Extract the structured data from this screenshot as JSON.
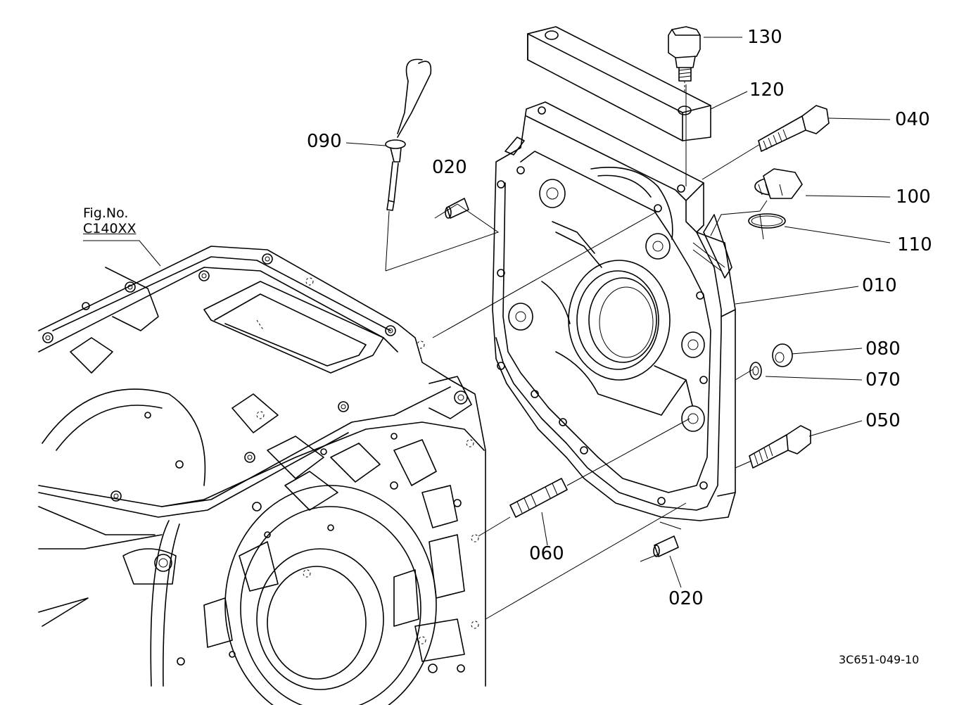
{
  "figure_reference": {
    "caption": "Fig.No.",
    "code": "C140XX"
  },
  "drawing_number": "3C651-049-10",
  "callouts": [
    {
      "id": "130",
      "label": "130"
    },
    {
      "id": "120",
      "label": "120"
    },
    {
      "id": "040",
      "label": "040"
    },
    {
      "id": "090",
      "label": "090"
    },
    {
      "id": "020a",
      "label": "020"
    },
    {
      "id": "100",
      "label": "100"
    },
    {
      "id": "110",
      "label": "110"
    },
    {
      "id": "010",
      "label": "010"
    },
    {
      "id": "080",
      "label": "080"
    },
    {
      "id": "070",
      "label": "070"
    },
    {
      "id": "050",
      "label": "050"
    },
    {
      "id": "060",
      "label": "060"
    },
    {
      "id": "020b",
      "label": "020"
    }
  ]
}
